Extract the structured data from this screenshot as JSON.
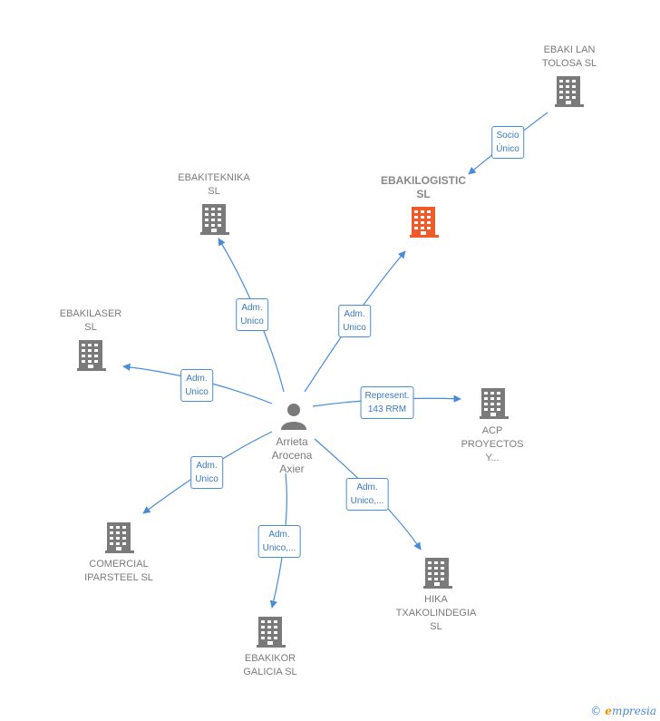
{
  "colors": {
    "edge": "#4a8bd6",
    "building": "#7a7a7a",
    "focus_building": "#f05a28",
    "person": "#7a7a7a"
  },
  "person": {
    "label": "Arrieta\nArocena\nAxier",
    "icon": "person-icon"
  },
  "nodes": [
    {
      "id": "ebakilan",
      "label": "EBAKI LAN\nTOLOSA  SL",
      "focus": false
    },
    {
      "id": "ebakilogistic",
      "label": "EBAKILOGISTIC\nSL",
      "focus": true
    },
    {
      "id": "ebakiteknika",
      "label": "EBAKITEKNIKA\nSL",
      "focus": false
    },
    {
      "id": "ebakilaser",
      "label": "EBAKILASER\nSL",
      "focus": false
    },
    {
      "id": "acp",
      "label": "ACP\nPROYECTOS\nY...",
      "focus": false
    },
    {
      "id": "comercial",
      "label": "COMERCIAL\nIPARSTEEL SL",
      "focus": false
    },
    {
      "id": "ebakikor",
      "label": "EBAKIKOR\nGALICIA  SL",
      "focus": false
    },
    {
      "id": "hika",
      "label": "HIKA\nTXAKOLINDEGIA\nSL",
      "focus": false
    }
  ],
  "edges": [
    {
      "label": "Socio\nÚnico"
    },
    {
      "label": "Adm.\nUnico"
    },
    {
      "label": "Adm.\nUnico"
    },
    {
      "label": "Adm.\nUnico"
    },
    {
      "label": "Represent.\n143 RRM"
    },
    {
      "label": "Adm.\nUnico"
    },
    {
      "label": "Adm.\nUnico,..."
    },
    {
      "label": "Adm.\nUnico,..."
    }
  ],
  "footer": {
    "copyright": "©",
    "brand_first": "e",
    "brand_rest": "mpresia"
  }
}
